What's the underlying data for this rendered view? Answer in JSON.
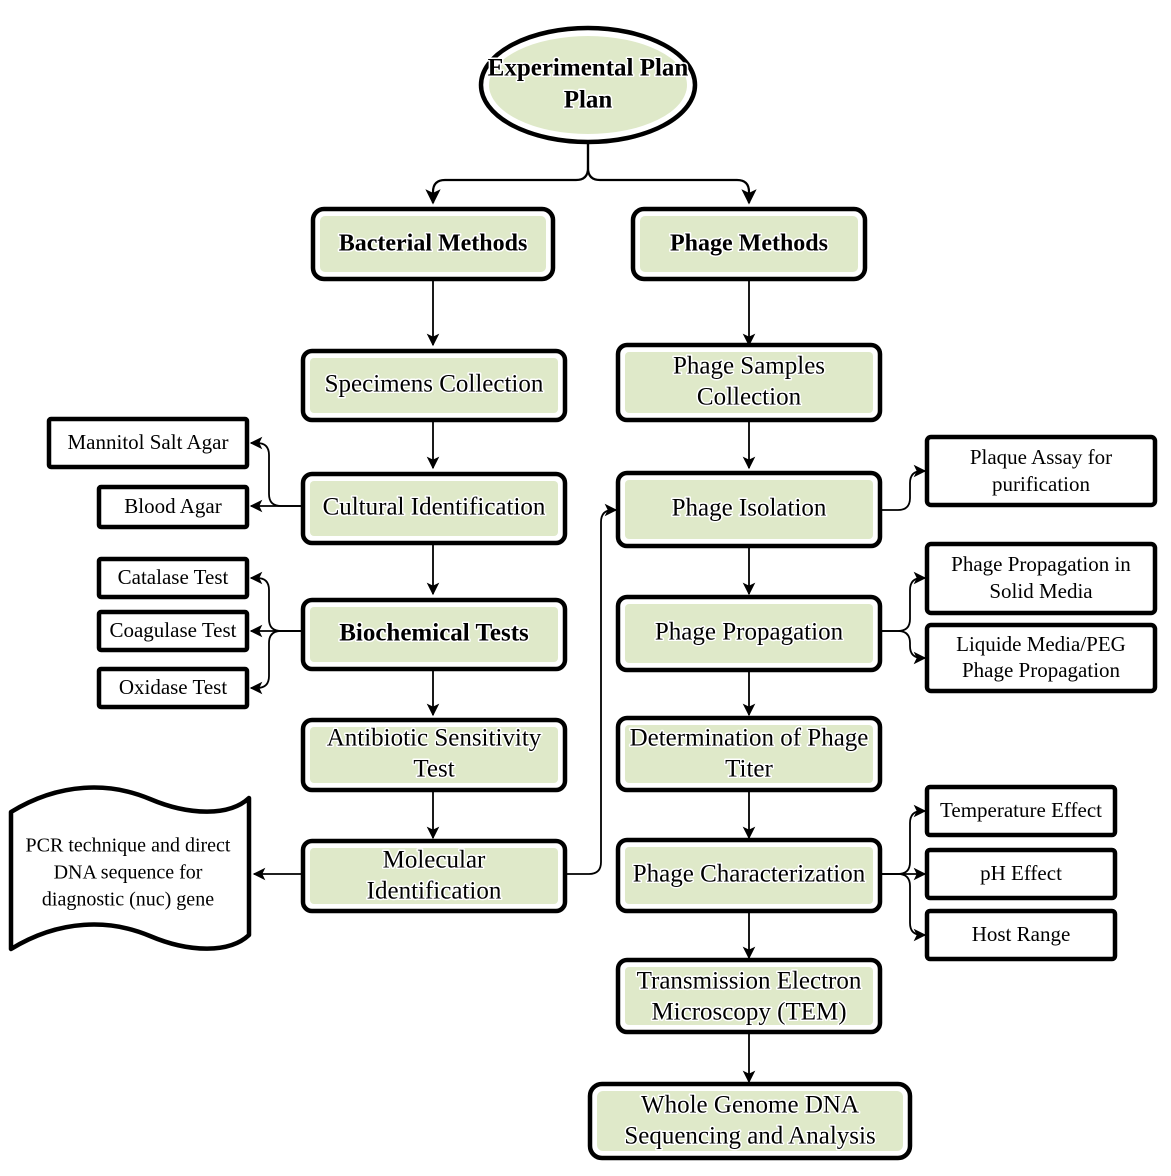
{
  "diagram": {
    "title": "Experimental Plan",
    "accent_fill": "#dfe9c9",
    "stroke_color": "#000000",
    "background": "#ffffff",
    "root": {
      "label": "Experimental Plan",
      "shape": "ellipse",
      "fill": "#dfe9c9"
    },
    "branches": [
      {
        "label": "Bacterial Methods",
        "shape": "rounded-rect",
        "fill": "#dfe9c9",
        "bold": true
      },
      {
        "label": "Phage Methods",
        "shape": "rounded-rect",
        "fill": "#dfe9c9",
        "bold": true
      }
    ],
    "bacterial_chain": [
      {
        "label": "Specimens Collection",
        "shape": "rounded-rect",
        "fill": "#dfe9c9"
      },
      {
        "label": "Cultural Identification",
        "shape": "rounded-rect",
        "fill": "#dfe9c9"
      },
      {
        "label": "Biochemical Tests",
        "shape": "rounded-rect",
        "fill": "#dfe9c9"
      },
      {
        "label": "Antibiotic Sensitivity Test",
        "line1": "Antibiotic Sensitivity",
        "line2": "Test",
        "shape": "rounded-rect",
        "fill": "#dfe9c9"
      },
      {
        "label": "Molecular Identification",
        "line1": "Molecular",
        "line2": "Identification",
        "shape": "rounded-rect",
        "fill": "#dfe9c9"
      }
    ],
    "cultural_outputs": [
      {
        "label": "Mannitol Salt Agar",
        "shape": "rect",
        "fill": "#ffffff"
      },
      {
        "label": "Blood Agar",
        "shape": "rect",
        "fill": "#ffffff"
      }
    ],
    "biochemical_outputs": [
      {
        "label": "Catalase Test",
        "shape": "rect",
        "fill": "#ffffff"
      },
      {
        "label": "Coagulase Test",
        "shape": "rect",
        "fill": "#ffffff"
      },
      {
        "label": "Oxidase Test",
        "shape": "rect",
        "fill": "#ffffff"
      }
    ],
    "molecular_output": {
      "label": "PCR technique and direct DNA sequence for diagnostic (nuc) gene",
      "line1": "PCR technique and direct",
      "line2": "DNA sequence for",
      "line3": "diagnostic (nuc) gene",
      "shape": "document-wave",
      "fill": "#ffffff"
    },
    "phage_chain": [
      {
        "label": "Phage Samples Collection",
        "line1": "Phage Samples",
        "line2": "Collection",
        "shape": "rounded-rect",
        "fill": "#dfe9c9"
      },
      {
        "label": "Phage Isolation",
        "shape": "rounded-rect",
        "fill": "#dfe9c9"
      },
      {
        "label": "Phage Propagation",
        "shape": "rounded-rect",
        "fill": "#dfe9c9"
      },
      {
        "label": "Determination of Phage Titer",
        "line1": "Determination of Phage",
        "line2": "Titer",
        "shape": "rounded-rect",
        "fill": "#dfe9c9"
      },
      {
        "label": "Phage Characterization",
        "shape": "rounded-rect",
        "fill": "#dfe9c9"
      },
      {
        "label": "Transmission Electron Microscopy (TEM)",
        "line1": "Transmission Electron",
        "line2": "Microscopy (TEM)",
        "shape": "rounded-rect",
        "fill": "#dfe9c9"
      },
      {
        "label": "Whole Genome DNA Sequencing and Analysis",
        "line1": "Whole Genome DNA",
        "line2": "Sequencing and Analysis",
        "shape": "rounded-rect",
        "fill": "#dfe9c9"
      }
    ],
    "isolation_outputs": [
      {
        "label": "Plaque Assay for purification",
        "line1": "Plaque Assay for",
        "line2": "purification",
        "shape": "rect",
        "fill": "#ffffff"
      }
    ],
    "propagation_outputs": [
      {
        "label": "Phage Propagation in Solid Media",
        "line1": "Phage Propagation in",
        "line2": "Solid Media",
        "shape": "rect",
        "fill": "#ffffff"
      },
      {
        "label": "Liquide Media/PEG Phage Propagation",
        "line1": "Liquide Media/PEG",
        "line2": "Phage Propagation",
        "shape": "rect",
        "fill": "#ffffff"
      }
    ],
    "characterization_outputs": [
      {
        "label": "Temperature Effect",
        "shape": "rect",
        "fill": "#ffffff"
      },
      {
        "label": "pH Effect",
        "shape": "rect",
        "fill": "#ffffff"
      },
      {
        "label": "Host Range",
        "shape": "rect",
        "fill": "#ffffff"
      }
    ]
  }
}
